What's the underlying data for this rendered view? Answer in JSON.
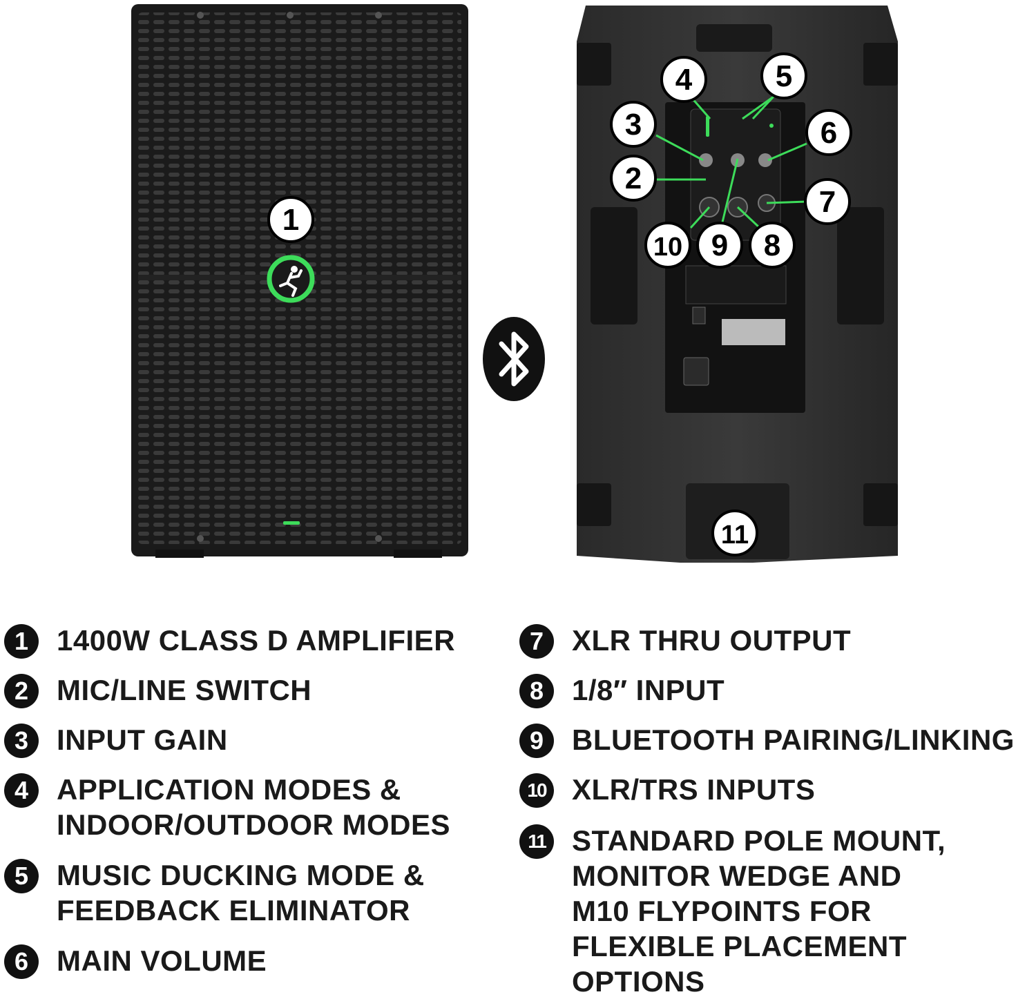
{
  "callouts_front": [
    "1"
  ],
  "callouts_rear": [
    "2",
    "3",
    "4",
    "5",
    "6",
    "7",
    "8",
    "9",
    "10",
    "11"
  ],
  "colors": {
    "accent_green": "#3ddc5a",
    "speaker_body": "#1f1f1f",
    "text": "#1a1a1a"
  },
  "icons": [
    "mackie-logo-icon",
    "bluetooth-icon"
  ],
  "features_left": [
    {
      "num": "1",
      "label": "1400W CLASS D AMPLIFIER"
    },
    {
      "num": "2",
      "label": "MIC/LINE SWITCH"
    },
    {
      "num": "3",
      "label": "INPUT GAIN"
    },
    {
      "num": "4",
      "label": "APPLICATION MODES &\nINDOOR/OUTDOOR MODES"
    },
    {
      "num": "5",
      "label": "MUSIC DUCKING MODE &\nFEEDBACK ELIMINATOR"
    },
    {
      "num": "6",
      "label": "MAIN VOLUME"
    }
  ],
  "features_right": [
    {
      "num": "7",
      "label": "XLR THRU OUTPUT"
    },
    {
      "num": "8",
      "label": "1/8″ INPUT"
    },
    {
      "num": "9",
      "label": "BLUETOOTH PAIRING/LINKING"
    },
    {
      "num": "10",
      "label": "XLR/TRS INPUTS"
    },
    {
      "num": "11",
      "label": "STANDARD POLE MOUNT,\nMONITOR WEDGE AND\nM10 FLYPOINTS FOR\nFLEXIBLE PLACEMENT\nOPTIONS"
    }
  ]
}
